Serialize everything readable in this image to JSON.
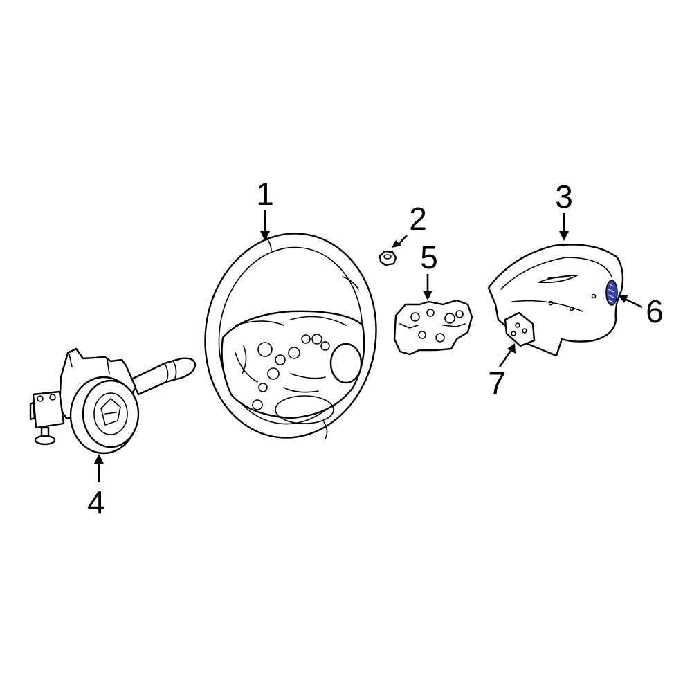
{
  "diagram": {
    "highlight_color": "#3344bb",
    "line_color": "#000000",
    "background": "#ffffff"
  },
  "callouts": [
    {
      "id": "c1",
      "label": "1"
    },
    {
      "id": "c2",
      "label": "2"
    },
    {
      "id": "c3",
      "label": "3"
    },
    {
      "id": "c4",
      "label": "4"
    },
    {
      "id": "c5",
      "label": "5"
    },
    {
      "id": "c6",
      "label": "6"
    },
    {
      "id": "c7",
      "label": "7"
    }
  ]
}
